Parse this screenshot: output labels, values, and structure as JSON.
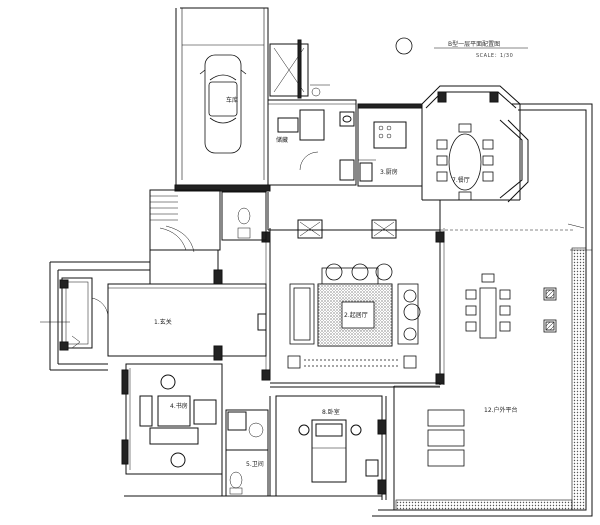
{
  "drawing": {
    "title": "B型一层平面配置图",
    "scale": "SCALE：1/30"
  },
  "rooms": {
    "garage": "车库",
    "storage": "储藏",
    "kitchen": "3.厨房",
    "dining": "7.餐厅",
    "living": "2.起居厅",
    "foyer": "1.玄关",
    "study": "4.书房",
    "bedroom": "8.卧室",
    "bathroom": "5.卫间",
    "terrace": "12.户外平台"
  },
  "colors": {
    "line": "#111111",
    "hatch": "#555555"
  }
}
